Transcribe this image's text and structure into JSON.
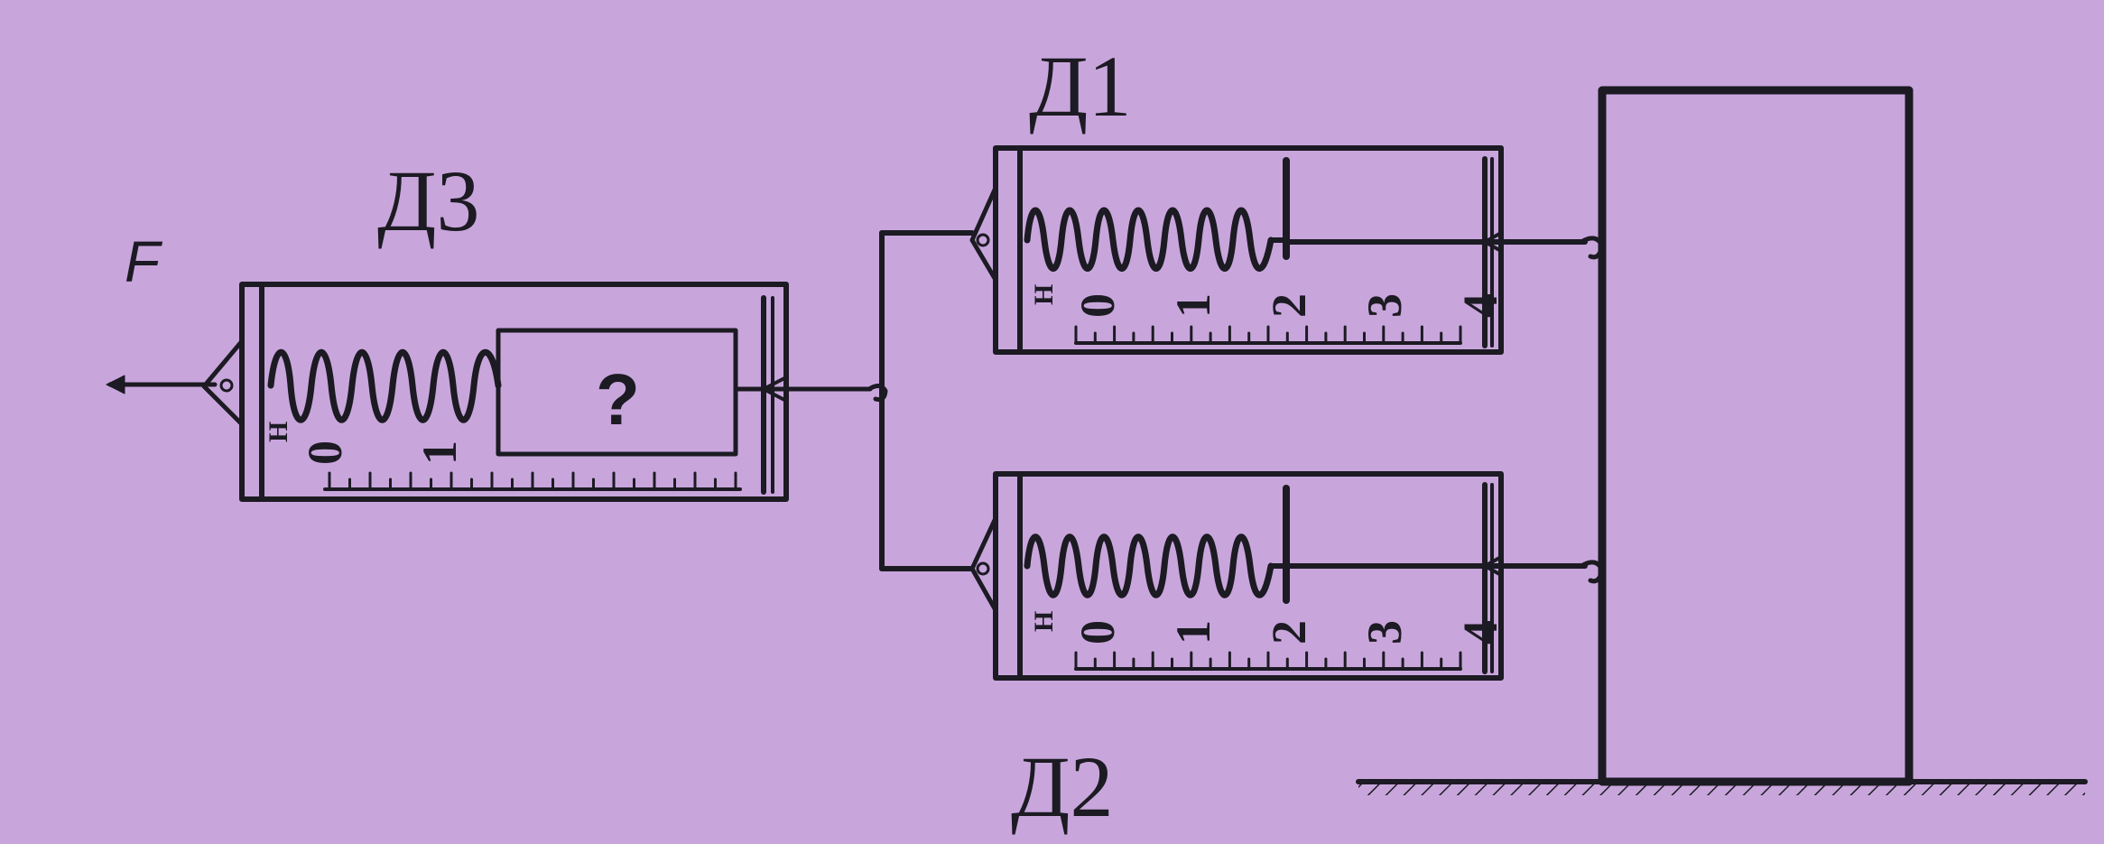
{
  "labels": {
    "force": "F",
    "dynamometer_3": "Д3",
    "dynamometer_1": "Д1",
    "dynamometer_2": "Д2",
    "unknown_reading": "?"
  },
  "scale": {
    "unit": "Н",
    "d3_numbers": [
      "0",
      "1"
    ],
    "d1_numbers": [
      "0",
      "1",
      "2",
      "3",
      "4"
    ],
    "d2_numbers": [
      "0",
      "1",
      "2",
      "3",
      "4"
    ]
  },
  "readings": {
    "d1": 2,
    "d2": 2
  },
  "colors": {
    "background": "#c8a6dc",
    "ink": "#1c1a22"
  }
}
